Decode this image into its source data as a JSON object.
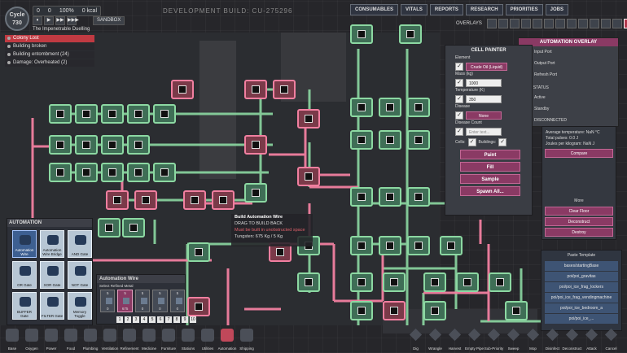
{
  "hud": {
    "cycle_label": "Cycle",
    "cycle_number": "730",
    "stats": [
      "0",
      "0",
      "100%",
      "0 kcal"
    ],
    "speed_buttons": [
      "⏸",
      "▶",
      "▶▶",
      "▶▶▶"
    ],
    "sandbox_label": "SANDBOX",
    "colony_name": "The Impenetrable Duelling",
    "dev_build": "DEVELOPMENT BUILD: CU-275296"
  },
  "notifications": [
    {
      "text": "Colony Lost",
      "alert": true
    },
    {
      "text": "Building broken",
      "alert": false
    },
    {
      "text": "Building entombment (24)",
      "alert": false
    },
    {
      "text": "Damage: Overheated (2)",
      "alert": false
    }
  ],
  "topbar": [
    "CONSUMABLES",
    "VITALS",
    "REPORTS",
    "RESEARCH",
    "PRIORITIES",
    "JOBS"
  ],
  "overlays_label": "OVERLAYS",
  "overlay_legend": {
    "title": "AUTOMATION OVERLAY",
    "ports": [
      "Input Port",
      "Output Port",
      "Refresh Port"
    ],
    "grid_status_label": "GRID STATUS",
    "statuses": [
      {
        "label": "Active",
        "color": "#3da54a"
      },
      {
        "label": "Standby",
        "color": "#d6333f"
      },
      {
        "label": "DISCONNECTED",
        "color": "#ffffff"
      }
    ]
  },
  "cell_painter": {
    "title": "CELL PAINTER",
    "element_label": "Element",
    "element_value": "Crude Oil (Liquid)",
    "mass_label": "Mass (kg)",
    "mass_value": "1000",
    "temp_label": "Temperature (K)",
    "temp_value": "350",
    "disease_label": "Disease",
    "disease_value": "None",
    "disease_count_label": "Disease Count",
    "disease_count_placeholder": "Enter text...",
    "cells_label": "Cells:",
    "buildings_label": "Buildings:",
    "actions": [
      "Paint",
      "Fill",
      "Sample",
      "Spawn All..."
    ]
  },
  "info_panel": {
    "avg_temp": "Average temperature: NaN °C",
    "total_pulses": "Total pulses: 0.0 J",
    "joules": "Joules per kilogram: NaN J",
    "compare_btn": "Compare",
    "more_label": "More",
    "buttons": [
      "Clear Floor",
      "Deconstruct",
      "Destroy"
    ]
  },
  "templates": {
    "title": "Paste Template",
    "items": [
      "bases/startingBase",
      "poi/poi_gravitas",
      "poi/poi_ice_frag_lockers",
      "poi/poi_ice_frag_vendingmachine",
      "poi/poi_ice_bedroom_a",
      "poi/poi_ice_..."
    ]
  },
  "wire_tooltip": {
    "title": "Build Automation Wire",
    "hint_drag": "DRAG TO BUILD",
    "hint_back": "BACK",
    "warning": "Must be built in unobstructed space",
    "material": "Tungsten: 675 Kg / 5 Kg"
  },
  "automation_menu": {
    "title": "AUTOMATION",
    "items": [
      "Automation Wire",
      "Automation Wire Bridge",
      "AND Gate",
      "OR Gate",
      "XOR Gate",
      "NOT Gate",
      "BUFFER Gate",
      "FILTER Gate",
      "Memory Toggle"
    ]
  },
  "wire_panel": {
    "title": "Automation Wire",
    "subtitle": "Select Refined Metal",
    "materials": [
      {
        "n": "5",
        "q": "0"
      },
      {
        "n": "5",
        "q": "675"
      },
      {
        "n": "5",
        "q": "0"
      },
      {
        "n": "5",
        "q": "0"
      },
      {
        "n": "5",
        "q": "0"
      }
    ]
  },
  "tool_numbers": [
    "1",
    "2",
    "3",
    "4",
    "5",
    "6",
    "7",
    "8",
    "9",
    "10"
  ],
  "build_categories": [
    "Base",
    "Oxygen",
    "Power",
    "Food",
    "Plumbing",
    "Ventilation",
    "Refinement",
    "Medicine",
    "Furniture",
    "Stations",
    "Utilities",
    "Automation",
    "Shipping"
  ],
  "tools": [
    "Dig",
    "Wrangle",
    "Harvest",
    "Empty Pipe",
    "Sub-Priority",
    "Sweep",
    "Mop",
    "Disinfect",
    "Deconstruct",
    "Attack",
    "Cancel"
  ]
}
